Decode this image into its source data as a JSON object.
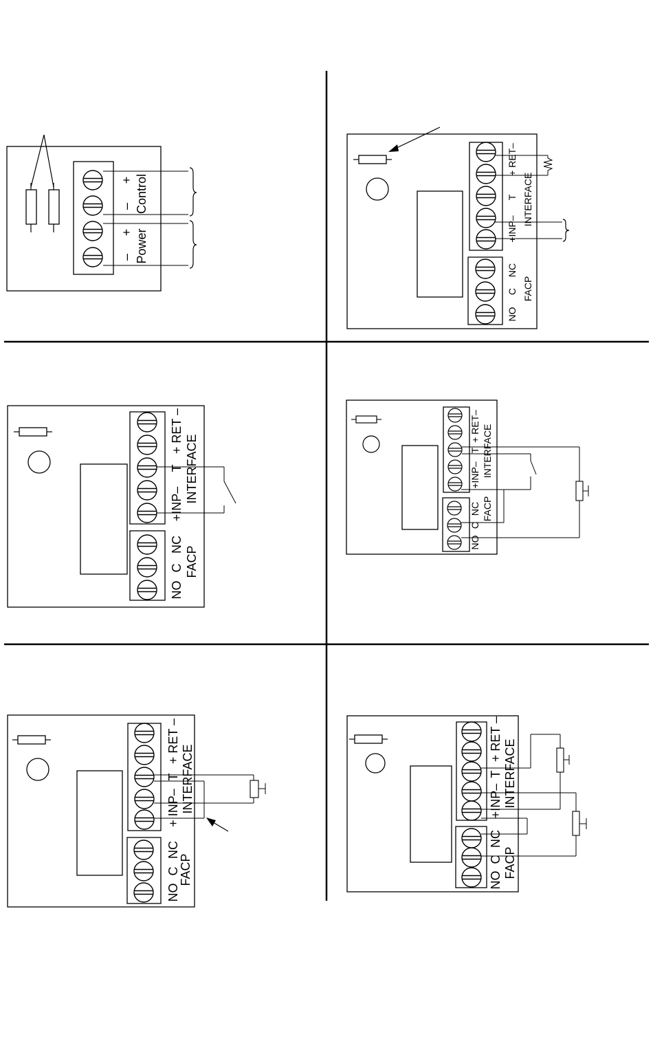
{
  "panel_power": {
    "control_plus": "+",
    "control_minus": "–",
    "control_label": "Control",
    "power_plus": "+",
    "power_minus": "–",
    "power_label": "Power"
  },
  "interface_labels": {
    "ret": "+ RET–",
    "ret_spaced": "+ RET –",
    "t": "T",
    "inp": "+INP–",
    "inp_spaced": "+ INP–",
    "interface": "INTERFACE",
    "no": "NO",
    "c": "C",
    "nc": "NC",
    "facp": "FACP"
  },
  "icons": {
    "screw": "screw-terminal-icon",
    "resistor": "resistor-icon",
    "switch": "switch-icon",
    "pushbutton": "pushbutton-icon",
    "brace": "brace-icon",
    "arrow": "arrow-icon"
  }
}
